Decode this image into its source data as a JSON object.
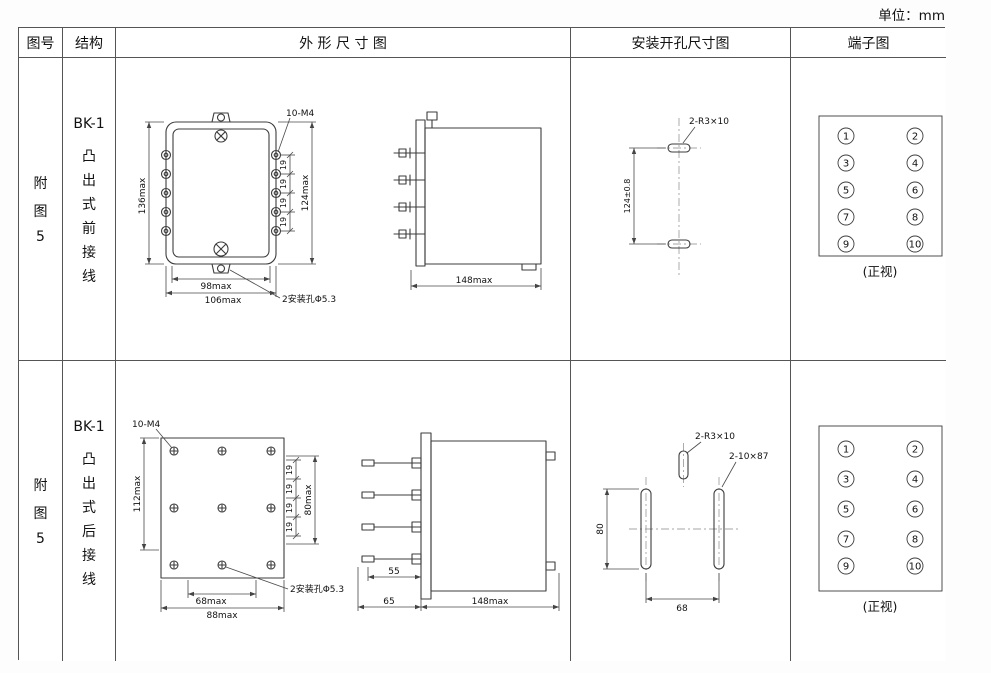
{
  "unit_label": "单位：mm",
  "headers": {
    "fig_no": "图号",
    "structure": "结构",
    "outline": "外 形 尺 寸 图",
    "mounting": "安装开孔尺寸图",
    "terminal": "端子图"
  },
  "rows": [
    {
      "fig_no_chars": [
        "附",
        "图",
        "5"
      ],
      "model": "BK-1",
      "structure_chars": [
        "凸",
        "出",
        "式",
        "前",
        "接",
        "线"
      ],
      "outline": {
        "thread_label": "10-M4",
        "pitch": "19",
        "total_height": "124max",
        "body_height": "136max",
        "inner_width": "98max",
        "outer_width": "106max",
        "hole_label": "2安装孔Φ5.3",
        "depth": "148max"
      },
      "mounting": {
        "slot_label": "2-R3×10",
        "vertical_pitch": "124±0.8"
      },
      "terminal": {
        "numbers": [
          "1",
          "2",
          "3",
          "4",
          "5",
          "6",
          "7",
          "8",
          "9",
          "10"
        ],
        "caption": "(正视)"
      }
    },
    {
      "fig_no_chars": [
        "附",
        "图",
        "5"
      ],
      "model": "BK-1",
      "structure_chars": [
        "凸",
        "出",
        "式",
        "后",
        "接",
        "线"
      ],
      "outline": {
        "thread_label": "10-M4",
        "body_height": "112max",
        "pitch": "19",
        "pitch_total": "80max",
        "inner_width": "68max",
        "outer_width": "88max",
        "hole_label": "2安装孔Φ5.3",
        "pin_len": "55",
        "pin_total": "65",
        "depth": "148max"
      },
      "mounting": {
        "slot_label": "2-R3×10",
        "slot_label2": "2-10×87",
        "vertical_dim": "80",
        "horizontal_dim": "68"
      },
      "terminal": {
        "numbers": [
          "1",
          "2",
          "3",
          "4",
          "5",
          "6",
          "7",
          "8",
          "9",
          "10"
        ],
        "caption": "(正视)"
      }
    }
  ]
}
